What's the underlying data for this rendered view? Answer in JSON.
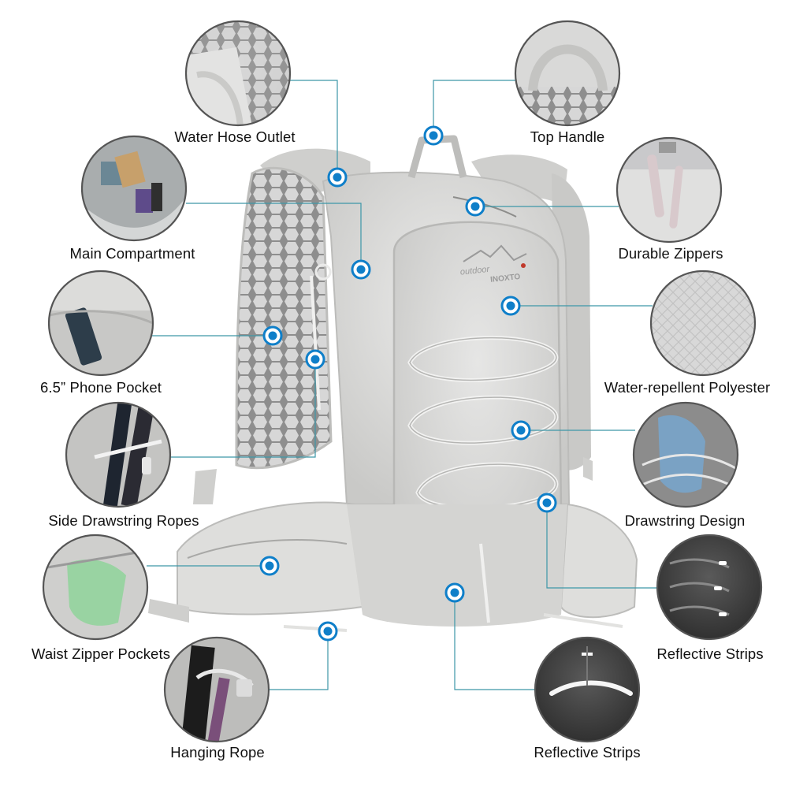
{
  "image": {
    "subject": "backpack-infographic",
    "accent_color": "#0f7fc9",
    "line_color": "#3d97a8"
  },
  "features": [
    {
      "id": "water-hose-outlet",
      "label": "Water Hose Outlet"
    },
    {
      "id": "top-handle",
      "label": "Top Handle"
    },
    {
      "id": "main-compartment",
      "label": "Main Compartment"
    },
    {
      "id": "durable-zippers",
      "label": "Durable Zippers"
    },
    {
      "id": "phone-pocket",
      "label": "6.5” Phone Pocket"
    },
    {
      "id": "water-repellent-polyester",
      "label": "Water-repellent Polyester"
    },
    {
      "id": "side-drawstring-ropes",
      "label": "Side Drawstring Ropes"
    },
    {
      "id": "drawstring-design",
      "label": "Drawstring Design"
    },
    {
      "id": "waist-zipper-pockets",
      "label": "Waist Zipper Pockets"
    },
    {
      "id": "reflective-strips-right",
      "label": "Reflective Strips"
    },
    {
      "id": "hanging-rope",
      "label": "Hanging Rope"
    },
    {
      "id": "reflective-strips-bottom",
      "label": "Reflective Strips"
    }
  ],
  "logo_text": [
    "outdoor",
    "INOXTO"
  ]
}
